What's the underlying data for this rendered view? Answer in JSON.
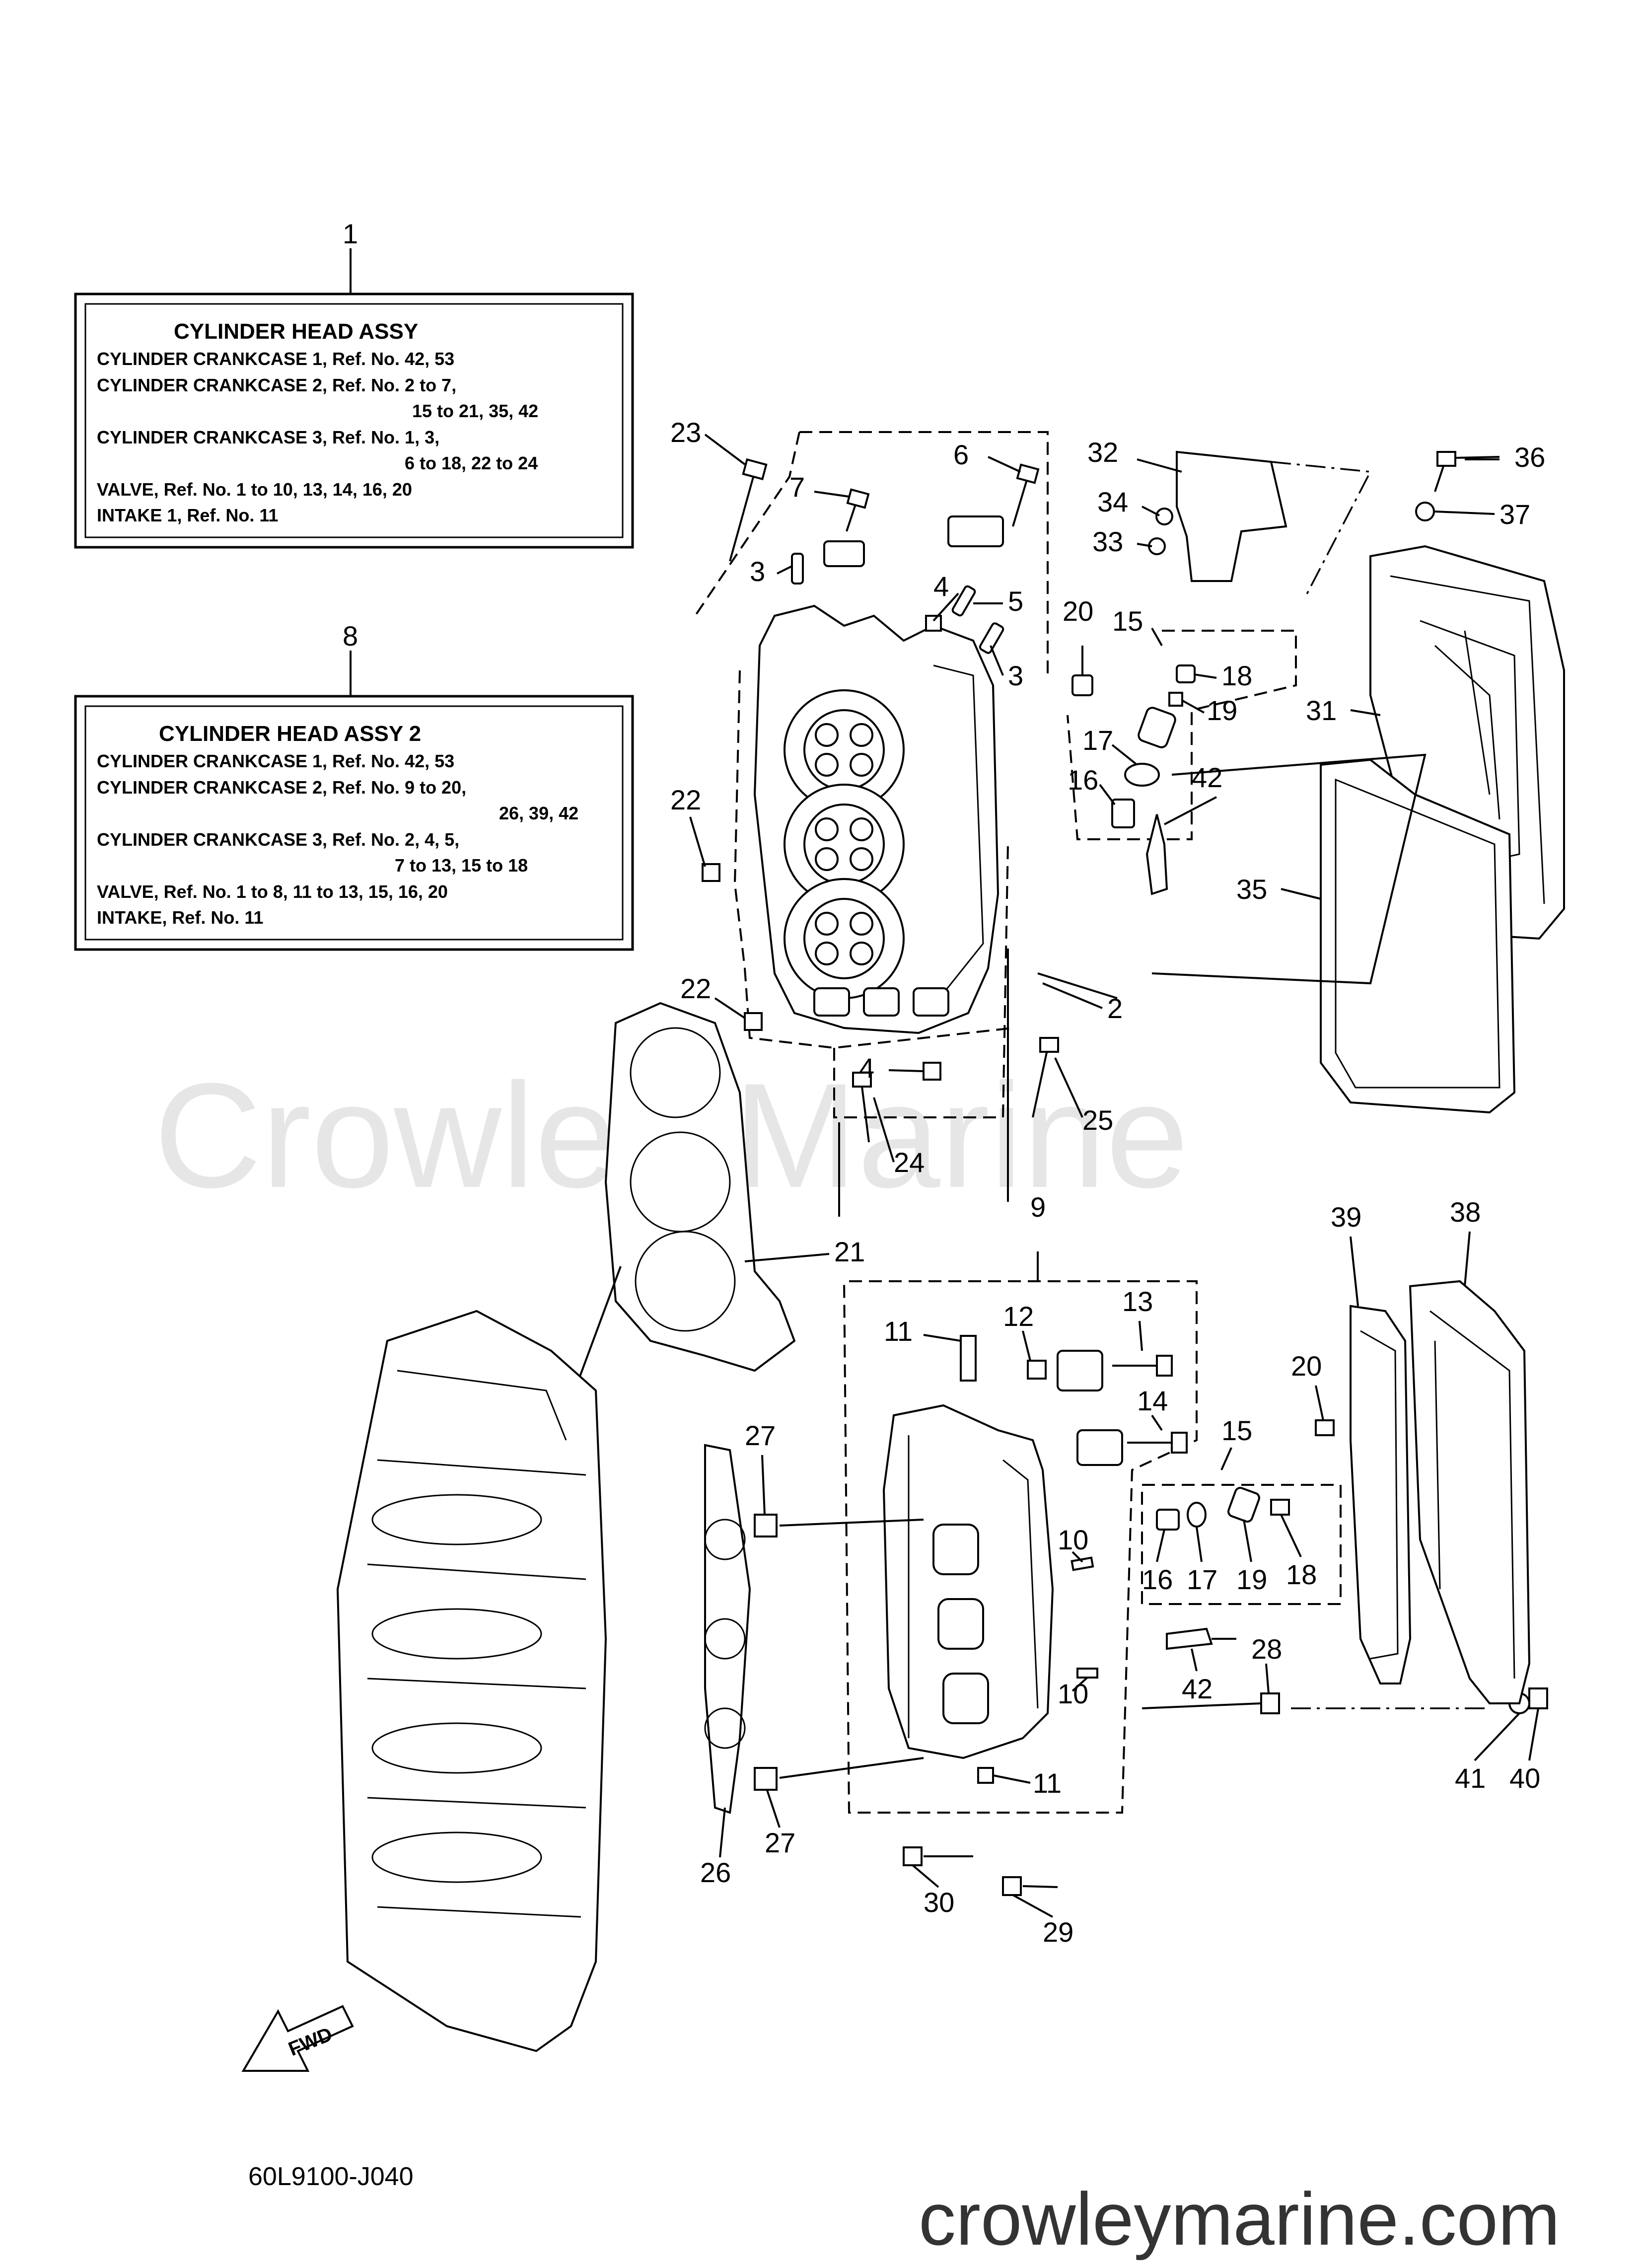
{
  "diagram": {
    "info_boxes": [
      {
        "callout": "1",
        "title": "CYLINDER HEAD ASSY",
        "lines": [
          "CYLINDER CRANKCASE 1,  Ref. No. 42, 53",
          "CYLINDER CRANKCASE 2,  Ref. No. 2 to 7,",
          "15 to 21, 35, 42",
          "CYLINDER CRANKCASE 3,  Ref. No. 1, 3,",
          "6 to 18, 22 to 24",
          "VALVE,  Ref. No. 1 to 10, 13, 14, 16, 20",
          "INTAKE 1,  Ref. No. 11"
        ]
      },
      {
        "callout": "8",
        "title": "CYLINDER HEAD ASSY 2",
        "lines": [
          "CYLINDER CRANKCASE 1,  Ref. No. 42, 53",
          "CYLINDER CRANKCASE 2, Ref. No. 9 to 20,",
          "26, 39, 42",
          "CYLINDER CRANKCASE 3,  Ref. No. 2, 4, 5,",
          "7 to 13, 15 to 18",
          "VALVE,  Ref. No. 1 to 8, 11 to 13, 15, 16, 20",
          "INTAKE,  Ref. No. 11"
        ]
      }
    ],
    "callouts": [
      "23",
      "7",
      "6",
      "3",
      "4",
      "5",
      "3",
      "20",
      "15",
      "18",
      "19",
      "17",
      "16",
      "42",
      "22",
      "22",
      "4",
      "2",
      "24",
      "25",
      "32",
      "34",
      "33",
      "36",
      "37",
      "31",
      "35",
      "9",
      "21",
      "11",
      "12",
      "13",
      "14",
      "20",
      "15",
      "27",
      "10",
      "16",
      "17",
      "19",
      "18",
      "10",
      "42",
      "28",
      "11",
      "27",
      "26",
      "30",
      "29",
      "41",
      "40",
      "39",
      "38"
    ],
    "fwd_label": "FWD",
    "drawing_code": "60L9100-J040",
    "watermark": "Crowley Marine",
    "footer_url": "crowleymarine.com"
  }
}
